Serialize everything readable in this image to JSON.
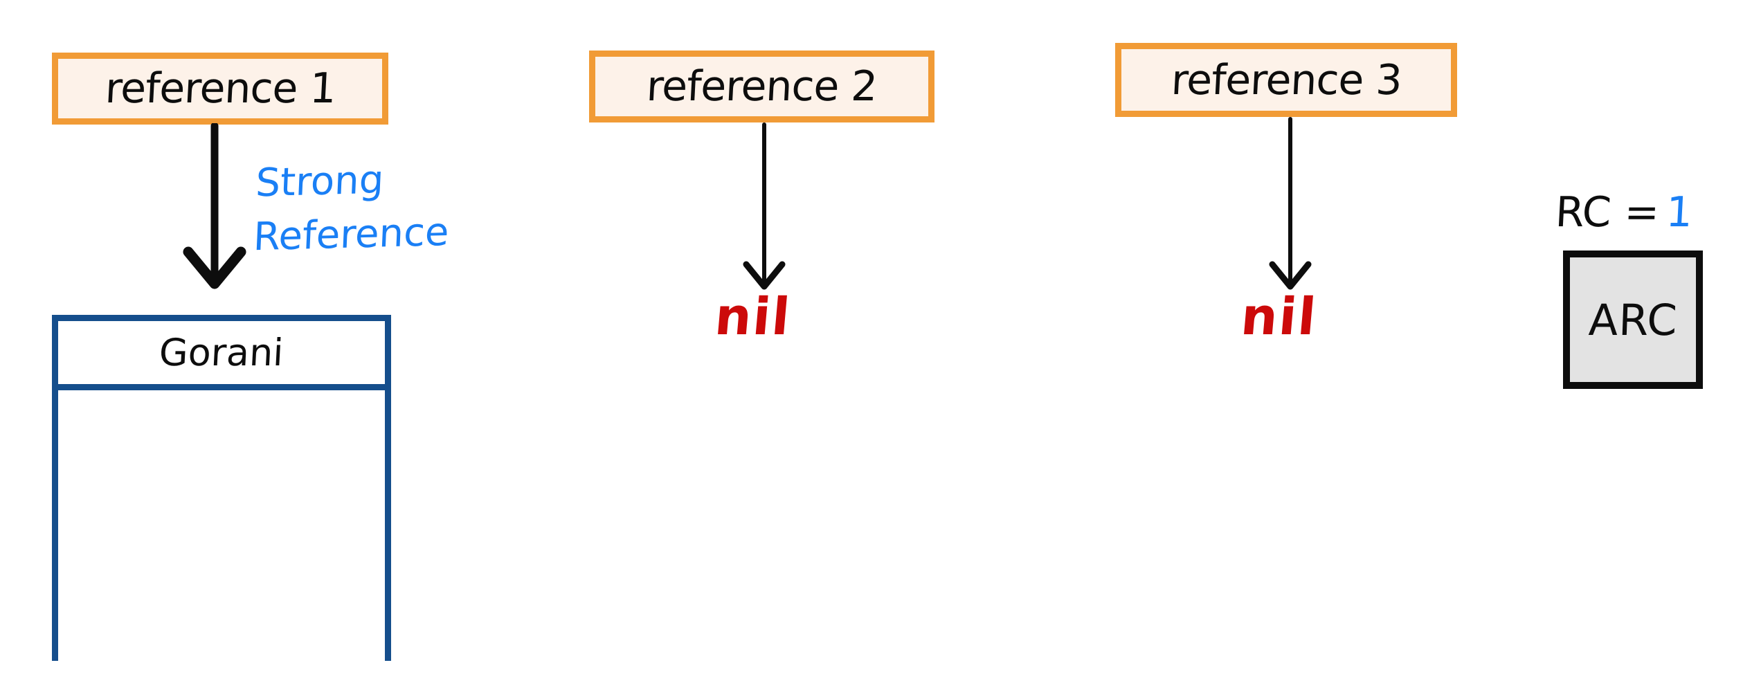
{
  "diagram": {
    "title": "ARC strong reference diagram",
    "background": "#ffffff",
    "colors": {
      "reference_border": "#F19B36",
      "reference_fill": "#FDF2E9",
      "object_border": "#154E8C",
      "annotation_blue": "#1A7FF5",
      "nil_red": "#CC0A0A",
      "arc_fill": "#E3E3E3",
      "arc_border": "#0d0d0d",
      "arrow": "#0d0d0d"
    }
  },
  "references": [
    {
      "id": "reference1",
      "label": "reference 1"
    },
    {
      "id": "reference2",
      "label": "reference 2"
    },
    {
      "id": "reference3",
      "label": "reference 3"
    }
  ],
  "annotations": {
    "strong_reference": "Strong\nReference"
  },
  "object_instance": {
    "class_name": "Gorani",
    "body_text": ""
  },
  "nil_values": {
    "reference2": "nil",
    "reference3": "nil"
  },
  "arc": {
    "rc_label": "RC =",
    "rc_value": "1",
    "box_label": "ARC"
  }
}
